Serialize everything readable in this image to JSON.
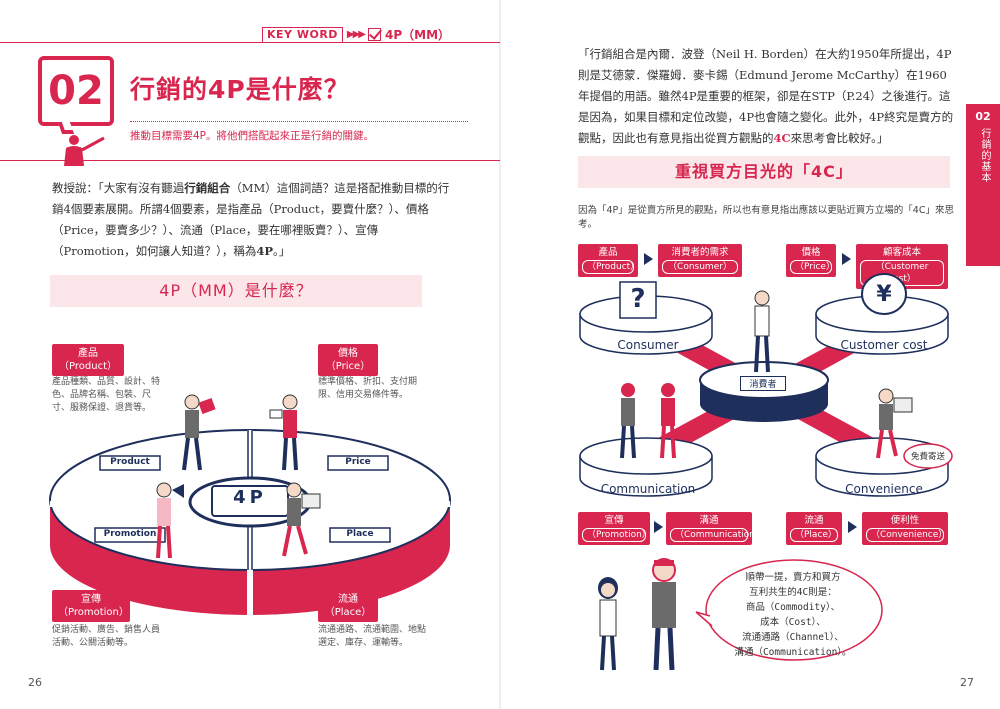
{
  "left": {
    "keyword_tag": "KEY WORD",
    "keyword_arrows": "▶▶▶",
    "keyword": "4P（MM）",
    "chapter_number": "02",
    "title": "行銷的4P是什麼？",
    "subtitle": "推動目標需要4P。將他們搭配起來正是行銷的關鍵。",
    "paragraph_pre": "教授說：「大家有沒有聽過",
    "paragraph_bold": "行銷組合",
    "paragraph_post": "（MM）這個詞語？這是搭配推動目標的行銷4個要素展開。所謂4個要素，是指產品（Product，要賣什麼？）、價格（Price，要賣多少？）、流通（Place，要在哪裡販賣？）、宣傳（Promotion，如何讓人知道？），稱為",
    "paragraph_bold2": "4P",
    "paragraph_end": "。」",
    "section_heading": "4P（MM）是什麼？",
    "center_label": "4P",
    "quadrants": [
      {
        "name": "產品",
        "sub": "（Product）",
        "tag": "Product",
        "desc": "產品種類、品質、設計、特色、品牌名稱、包裝、尺寸、服務保證、退貨等。"
      },
      {
        "name": "價格",
        "sub": "（Price）",
        "tag": "Price",
        "desc": "標準價格、折扣、支付期限、信用交易條件等。"
      },
      {
        "name": "宣傳",
        "sub": "（Promotion）",
        "tag": "Promotion",
        "desc": "促銷活動、廣告、銷售人員活動、公關活動等。"
      },
      {
        "name": "流通",
        "sub": "（Place）",
        "tag": "Place",
        "desc": "流通通路、流通範圍、地點選定、庫存、運輸等。"
      }
    ],
    "page_number": "26"
  },
  "right": {
    "paragraph_pre": "「行銷組合是內爾．波登（Neil H. Borden）在大約1950年所提出，4P則是艾德蒙．傑羅姆．麥卡錫（Edmund Jerome McCarthy）在1960年提倡的用語。雖然4P是重要的框架，卻是在STP（P.24）之後進行。這是因為，如果目標和定位改變，4P也會隨之變化。此外，4P終究是賣方的觀點，因此也有意見指出從買方觀點的",
    "paragraph_bold": "4C",
    "paragraph_post": "來思考會比較好。」",
    "side_tab_number": "02",
    "side_tab_label": "行銷的基本",
    "section_heading": "重視買方目光的「4C」",
    "intro": "因為「4P」是從賣方所見的觀點，所以也有意見指出應該以更貼近買方立場的「4C」來思考。",
    "pairs_top": [
      {
        "p_name": "產品",
        "p_sub": "（Product）",
        "c_name": "消費者的需求",
        "c_sub": "（Consumer）"
      },
      {
        "p_name": "價格",
        "p_sub": "（Price）",
        "c_name": "顧客成本",
        "c_sub": "（Customer cost）"
      }
    ],
    "pairs_bottom": [
      {
        "p_name": "宣傳",
        "p_sub": "（Promotion）",
        "c_name": "溝通",
        "c_sub": "（Communication）"
      },
      {
        "p_name": "流通",
        "p_sub": "（Place）",
        "c_name": "便利性",
        "c_sub": "（Convenience）"
      }
    ],
    "platforms": {
      "consumer": "Consumer",
      "customer_cost": "Customer cost",
      "communication": "Communication",
      "convenience": "Convenience",
      "center": "消費者"
    },
    "question_mark": "?",
    "yen_symbol": "¥",
    "free_delivery": "免費寄送",
    "bubble_lines": [
      "順帶一提，賣方和買方",
      "互利共生的4C則是：",
      "商品（Commodity）、",
      "成本（Cost）、",
      "流通通路（Channel）、",
      "溝通（Communication）。"
    ],
    "page_number": "27"
  },
  "colors": {
    "accent": "#d8264f",
    "navy": "#1e2f5c",
    "pink_light": "#fbe7ea"
  }
}
